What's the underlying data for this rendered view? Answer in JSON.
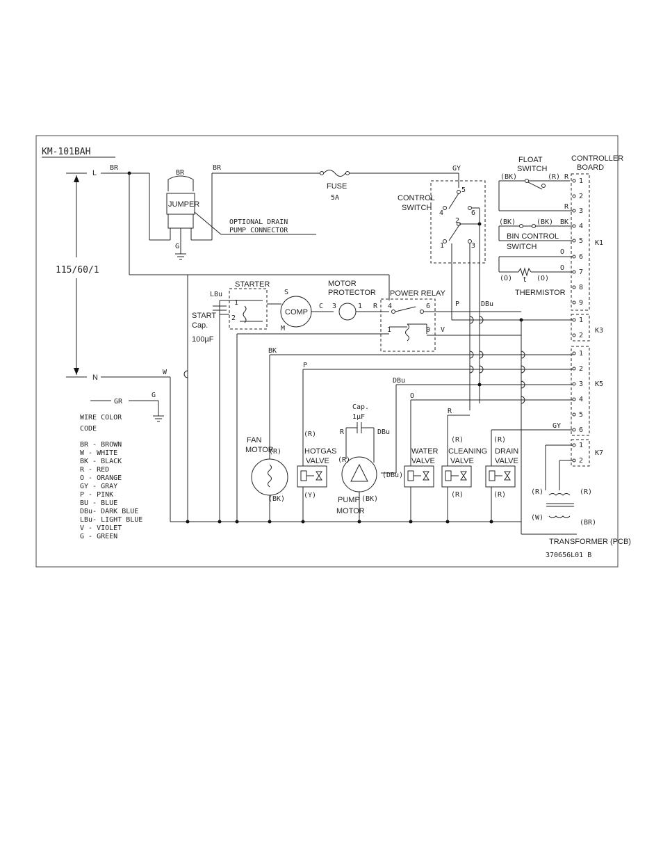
{
  "model": "KM-101BAH",
  "supply": {
    "line": "L",
    "neutral": "N",
    "rating": "115/60/1"
  },
  "wires": {
    "br_left": "BR",
    "br_jumper": "BR",
    "br_fuse": "BR",
    "gy_top": "GY",
    "g_jumper": "G",
    "w_neutral": "W",
    "gr_ground": "GR",
    "g_ground": "G",
    "lbu": "LBu",
    "bk_fan": "BK",
    "p_hotgas": "P",
    "dbu_pump": "DBu",
    "o_water": "O",
    "r_cleaning": "R",
    "p_vertical": "P",
    "dbu_vertical": "DBu",
    "r_relay": "R",
    "v_relay": "V",
    "gy_k5": "GY"
  },
  "jumper": {
    "label": "JUMPER",
    "connector_line1": "OPTIONAL DRAIN",
    "connector_line2": "PUMP CONNECTOR"
  },
  "fuse": {
    "label": "FUSE",
    "rating": "5A"
  },
  "control_switch": {
    "line1": "CONTROL",
    "line2": "SWITCH",
    "t4": "4",
    "t5": "5",
    "t6": "6",
    "t1": "1",
    "t2": "2",
    "t3": "3"
  },
  "starter": {
    "label": "STARTER",
    "t1": "1",
    "t2": "2"
  },
  "start_cap": {
    "line1": "START",
    "line2": "Cap.",
    "line3": "100µF"
  },
  "compressor": {
    "label": "COMP",
    "s": "S",
    "c": "C",
    "m": "M"
  },
  "motor_protector": {
    "line1": "MOTOR",
    "line2": "PROTECTOR",
    "t3": "3",
    "t1": "1"
  },
  "power_relay": {
    "label": "POWER RELAY",
    "t4": "4",
    "t6": "6",
    "t1": "1",
    "t0": "0"
  },
  "float_switch": {
    "line1": "FLOAT",
    "line2": "SWITCH",
    "bk": "(BK)",
    "r": "(R)",
    "r2": "R",
    "r3": "R"
  },
  "bin_switch": {
    "bk1": "(BK)",
    "bk2": "(BK)",
    "bk3": "BK",
    "line1": "BIN CONTROL",
    "line2": "SWITCH"
  },
  "thermistor": {
    "o1": "(O)",
    "o2": "(O)",
    "t": "t",
    "label": "THERMISTOR",
    "o3": "O",
    "o4": "O"
  },
  "controller": {
    "line1": "CONTROLLER",
    "line2": "BOARD"
  },
  "k1": {
    "label": "K1",
    "pins": [
      "1",
      "2",
      "3",
      "4",
      "5",
      "6",
      "7",
      "8",
      "9"
    ]
  },
  "k3": {
    "label": "K3",
    "pins": [
      "1",
      "2"
    ]
  },
  "k5": {
    "label": "K5",
    "pins": [
      "1",
      "2",
      "3",
      "4",
      "5",
      "6"
    ]
  },
  "k7": {
    "label": "K7",
    "pins": [
      "1",
      "2"
    ]
  },
  "fan_motor": {
    "line1": "FAN",
    "line2": "MOTOR",
    "r": "(R)",
    "bk": "(BK)"
  },
  "hotgas_valve": {
    "line1": "HOTGAS",
    "line2": "VALVE",
    "r": "(R)",
    "y": "(Y)"
  },
  "pump_motor": {
    "cap1": "Cap.",
    "cap2": "1µF",
    "r1": "R",
    "dbu1": "DBu",
    "r2": "(R)",
    "dbu2": "(DBu)",
    "bk": "(BK)",
    "line1": "PUMP",
    "line2": "MOTOR"
  },
  "water_valve": {
    "line1": "WATER",
    "line2": "VALVE"
  },
  "cleaning_valve": {
    "r1": "(R)",
    "line1": "CLEANING",
    "line2": "VALVE",
    "r2": "(R)"
  },
  "drain_valve": {
    "r1": "(R)",
    "line1": "DRAIN",
    "line2": "VALVE",
    "r2": "(R)"
  },
  "transformer": {
    "r1": "(R)",
    "r2": "(R)",
    "w": "(W)",
    "br": "(BR)",
    "label": "TRANSFORMER (PCB)"
  },
  "drawing_number": "370656L01 B",
  "legend": {
    "title1": "WIRE COLOR",
    "title2": "CODE",
    "entries": [
      "BR - BROWN",
      "W  - WHITE",
      "BK - BLACK",
      "R  - RED",
      "O  - ORANGE",
      "GY - GRAY",
      "P  - PINK",
      "BU - BLUE",
      "DBu- DARK BLUE",
      "LBu- LIGHT BLUE",
      "V  - VIOLET",
      "G  - GREEN"
    ]
  }
}
